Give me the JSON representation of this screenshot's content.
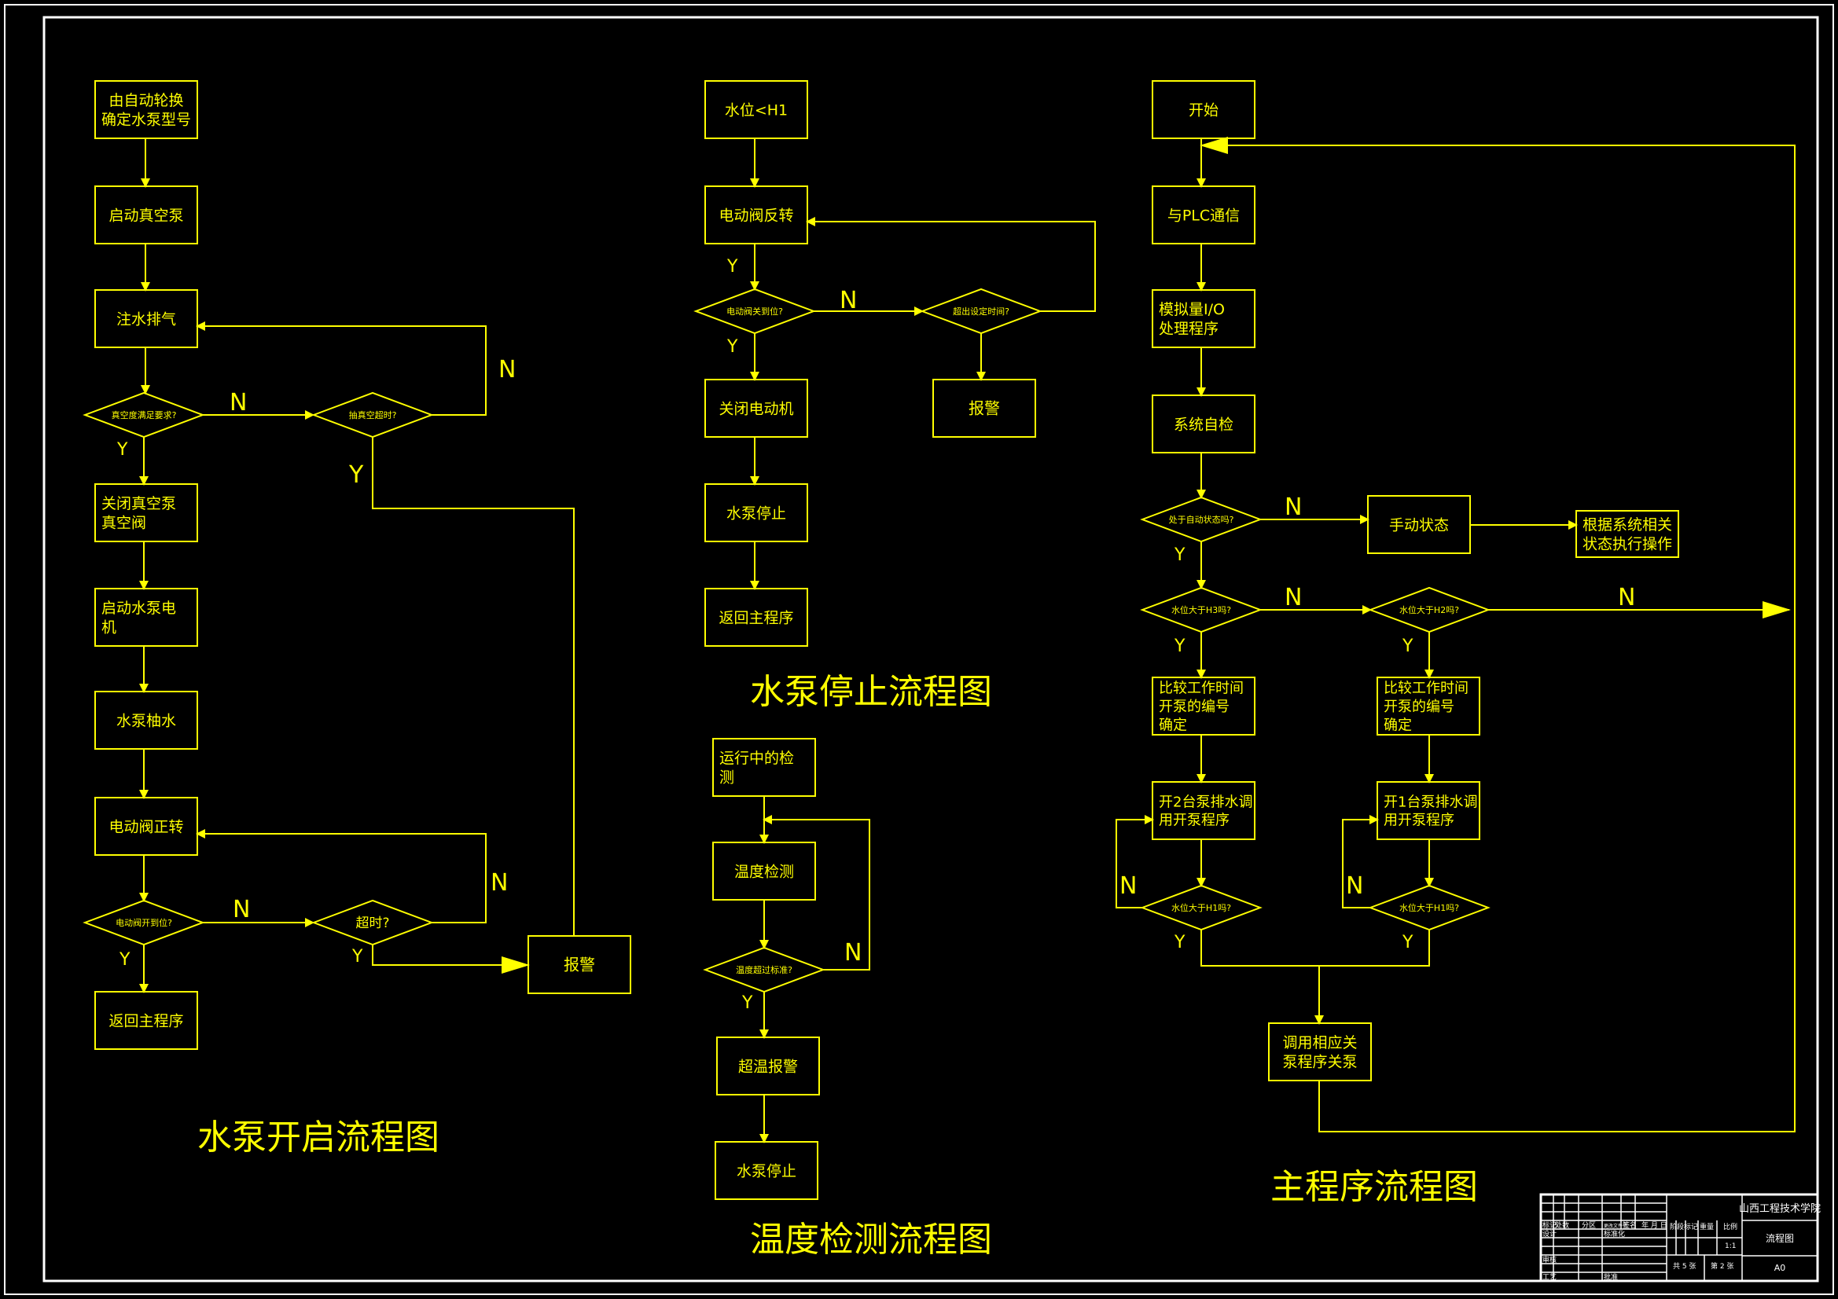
{
  "colors": {
    "line": "#ffff00",
    "frame": "#ffffff",
    "text": "#ffff00",
    "background": "#000000"
  },
  "pump_start": {
    "title": "水泵开启流程图",
    "nodes": {
      "p1": "由自动轮换\n确定水泵型号",
      "p2": "启动真空泵",
      "p3": "注水排气",
      "d1": "真空度满足要求?",
      "d2": "抽真空超时?",
      "p4": "关闭真空泵\n真空阀",
      "p5": "启动水泵电\n机",
      "p6": "水泵柚水",
      "p7": "电动阀正转",
      "d3": "电动阀开到位?",
      "d4": "超时?",
      "p8": "返回主程序",
      "alarm": "报警"
    }
  },
  "pump_stop": {
    "title": "水泵停止流程图",
    "nodes": {
      "p1": "水位<H1",
      "p2": "电动阀反转",
      "d1": "电动阀关到位?",
      "d2": "超出设定时间?",
      "alarm": "报警",
      "p3": "关闭电动机",
      "p4": "水泵停止",
      "p5": "返回主程序"
    }
  },
  "temp_check": {
    "title": "温度检测流程图",
    "nodes": {
      "p1": "运行中的检\n测",
      "p2": "温度检测",
      "d1": "温度超过标准?",
      "p3": "超温报警",
      "p4": "水泵停止"
    }
  },
  "main_program": {
    "title": "主程序流程图",
    "nodes": {
      "start": "开始",
      "p1": "与PLC通信",
      "p2": "模拟量I/O\n处理程序",
      "p3": "系统自检",
      "d1": "处于自动状态吗?",
      "manual": "手动状态",
      "manual_op": "根据系统相关\n状态执行操作",
      "d2": "水位大于H3吗?",
      "d3": "水位大于H2吗?",
      "cmp1": "比较工作时间\n开泵的编号\n确定",
      "cmp2": "比较工作时间\n开泵的编号\n确定",
      "open2": "开2台泵排水调\n用开泵程序",
      "open1": "开1台泵排水调\n用开泵程序",
      "d4": "水位大于H1吗?",
      "d5": "水位大于H1吗?",
      "call_stop": "调用相应关\n泵程序关泵"
    }
  },
  "labels": {
    "yes": "Y",
    "no": "N"
  },
  "title_block": {
    "school": "山西工程技术学院",
    "drawing_name": "流程图",
    "sheet_size": "A0",
    "scale": "1:1",
    "sheets_total": "共 5 张",
    "sheet_no": "第 2 张",
    "row1": [
      "标记",
      "处数",
      "分区",
      "更改文件号",
      "签名",
      "年 月 日"
    ],
    "designer": "设计",
    "standardization": "标准化",
    "stage_mark": "阶段标记",
    "weight": "重量",
    "ratio": "比例",
    "checker": "审核",
    "craft": "工艺",
    "approve": "批准"
  }
}
